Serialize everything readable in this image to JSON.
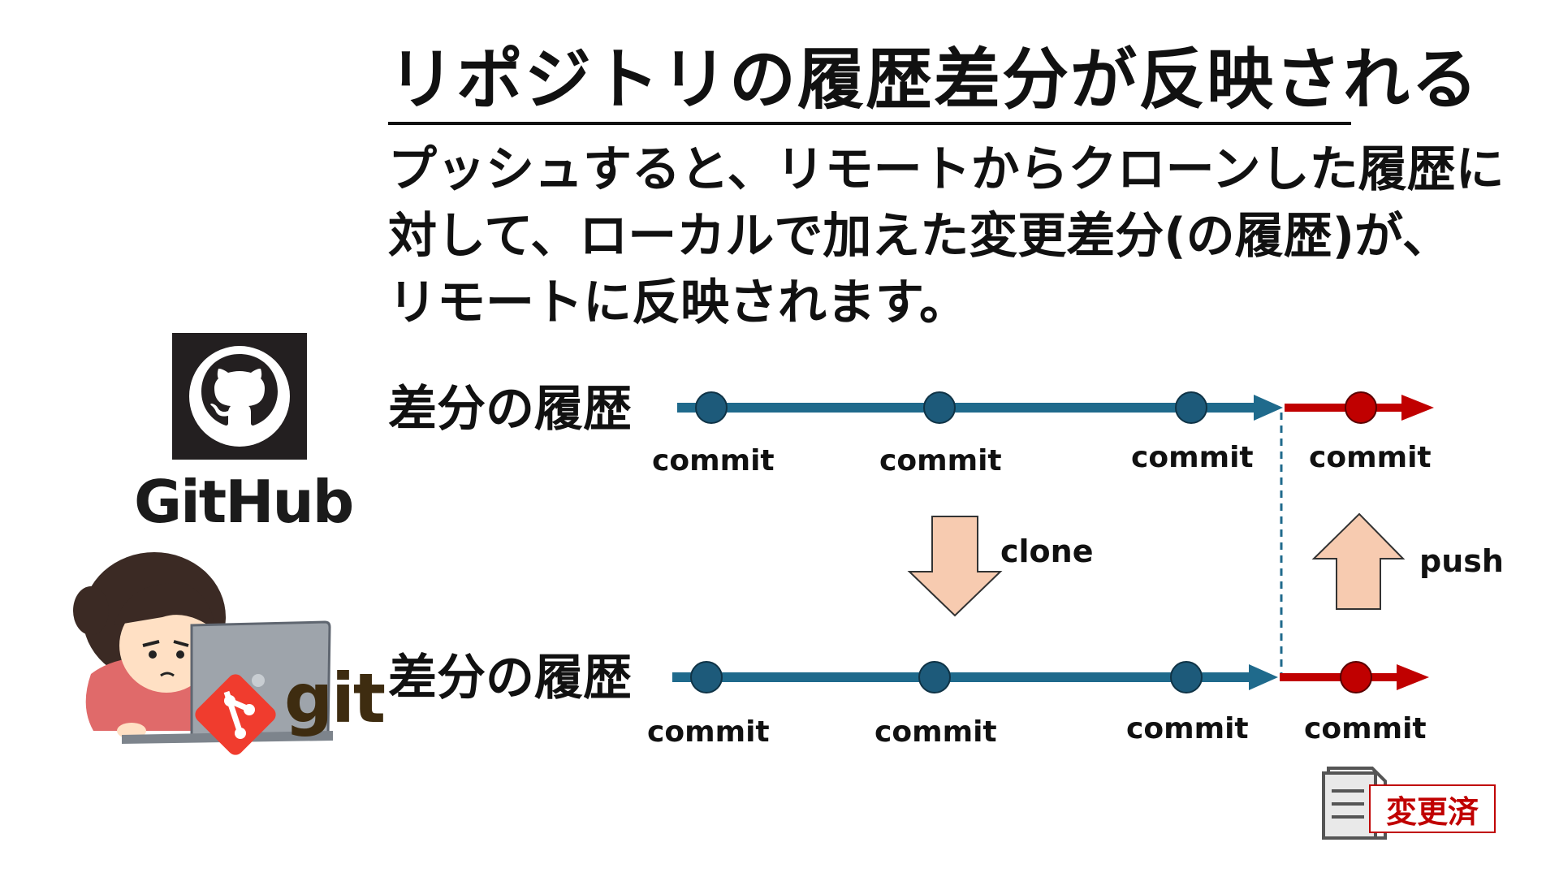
{
  "title": "リポジトリの履歴差分が反映される",
  "body_lines": [
    "プッシュすると、リモートからクローンした履歴に",
    "対して、ローカルで加えた変更差分(の履歴)が、",
    "リモートに反映されます。"
  ],
  "remote": {
    "label": "差分の履歴",
    "brand": "GitHub",
    "commits": [
      "commit",
      "commit",
      "commit",
      "commit"
    ]
  },
  "local": {
    "label": "差分の履歴",
    "brand": "git",
    "commits": [
      "commit",
      "commit",
      "commit",
      "commit"
    ]
  },
  "actions": {
    "clone": "clone",
    "push": "push"
  },
  "badge": "変更済",
  "colors": {
    "timeline_blue": "#1f6a8c",
    "commit_dot": "#1d5a7a",
    "new_commit_red": "#c00000",
    "arrow_fill": "#f7cbb0",
    "github_bg": "#231f20",
    "git_orange": "#f03c2e"
  }
}
